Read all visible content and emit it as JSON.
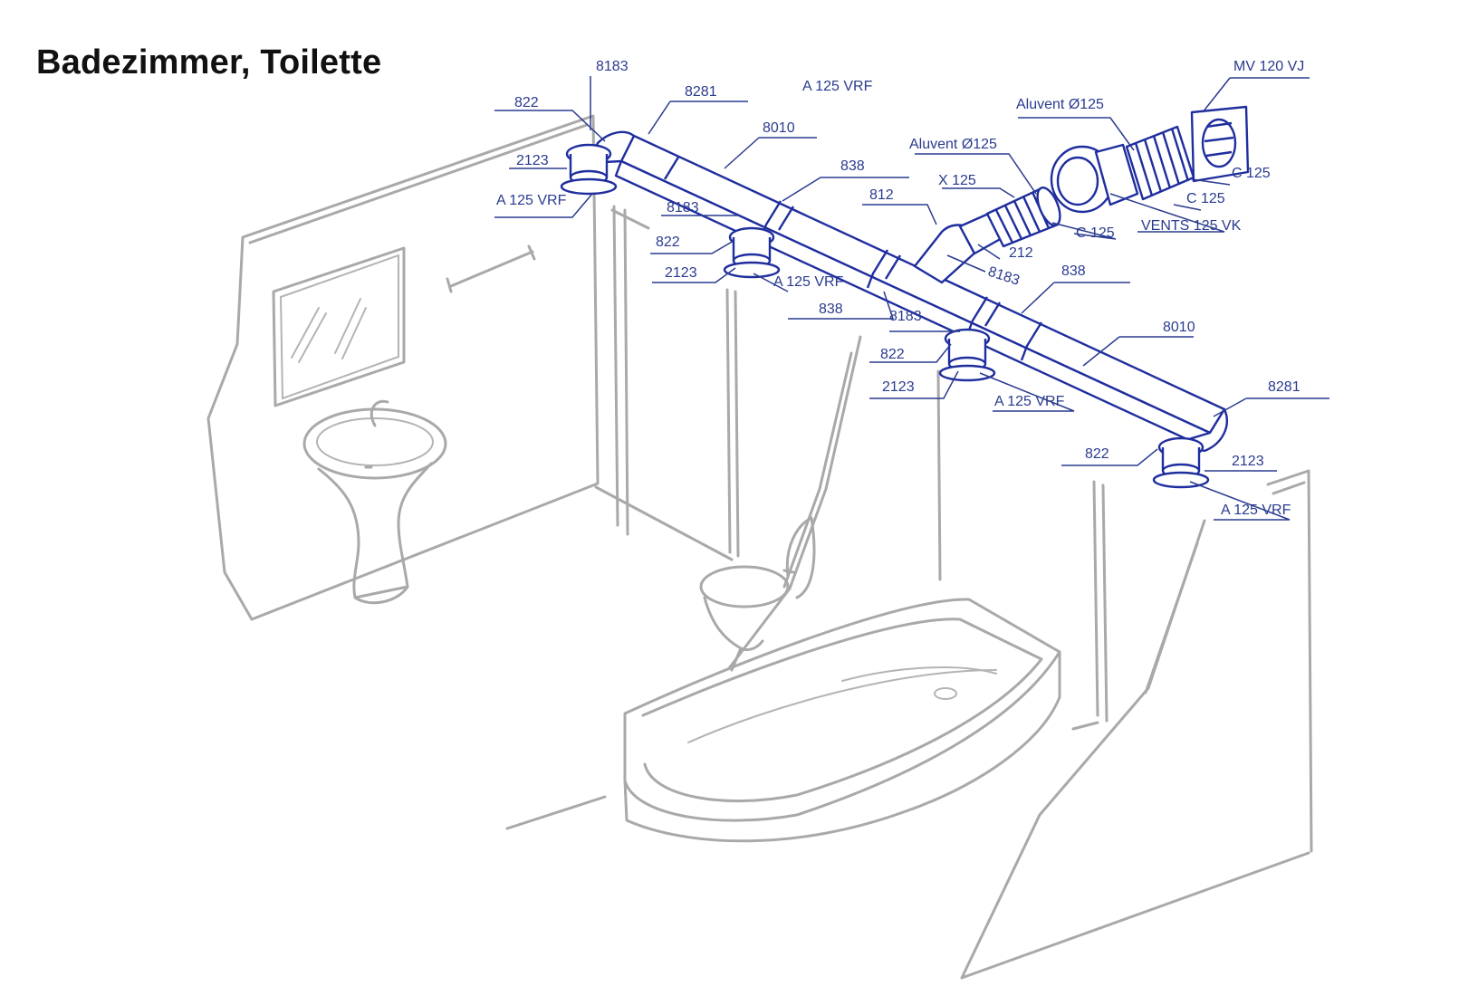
{
  "title": "Badezimmer, Toilette",
  "colors": {
    "duct": "#1f2e9e",
    "label": "#2a3b8f",
    "room_lines": "#a9a9a9",
    "title": "#111111"
  },
  "labels": {
    "l_8183_top": "8183",
    "l_822_a": "822",
    "l_8281_a": "8281",
    "l_a125_top": "A 125 VRF",
    "l_8010_a": "8010",
    "l_2123_a": "2123",
    "l_a125_a": "A 125 VRF",
    "l_838_a": "838",
    "l_8183_b": "8183",
    "l_822_b": "822",
    "l_2123_b": "2123",
    "l_a125_b": "A 125 VRF",
    "l_838_b": "838",
    "l_812": "812",
    "l_x125": "X 125",
    "l_aluvent_a": "Aluvent Ø125",
    "l_aluvent_b": "Aluvent Ø125",
    "l_mv120": "MV 120 VJ",
    "l_c125_a": "C 125",
    "l_c125_b": "C 125",
    "l_c125_c": "C 125",
    "l_vents": "VENTS 125 VK",
    "l_212": "212",
    "l_8183_c": "8183",
    "l_838_c": "838",
    "l_8183_d": "8183",
    "l_822_c": "822",
    "l_2123_c": "2123",
    "l_a125_c": "A 125 VRF",
    "l_8010_b": "8010",
    "l_8281_b": "8281",
    "l_822_d": "822",
    "l_2123_d": "2123",
    "l_a125_d": "A 125 VRF"
  }
}
